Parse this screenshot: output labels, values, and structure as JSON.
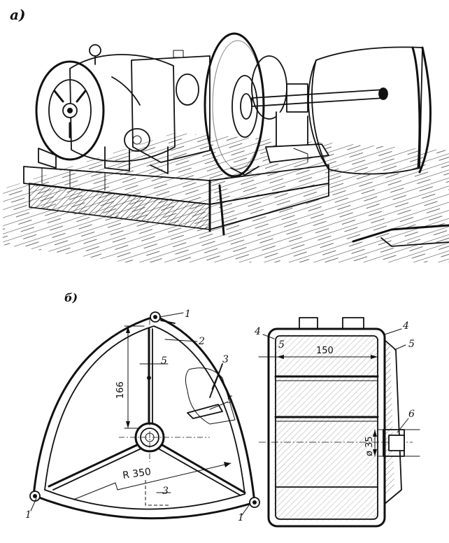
{
  "panel_a": {
    "label": "а)"
  },
  "panel_b": {
    "label": "б)",
    "callouts": {
      "c1_top": "1",
      "c2": "2",
      "c3_upper": "3",
      "c5_spoke": "5",
      "c5_right": "5",
      "c3_lower": "3",
      "c1_left": "1",
      "c1_right": "1",
      "c4_left": "4",
      "c5_left": "5",
      "c4_right": "4",
      "c5_far": "5",
      "c6": "6"
    },
    "dimensions": {
      "height_166": "166",
      "radius": "R 350",
      "width_150": "150",
      "diameter": "ø 35"
    }
  },
  "icons": {
    "machine": "winch-drive-illustration",
    "triangle": "reuleaux-drum-section",
    "drum_side": "drum-side-section"
  }
}
